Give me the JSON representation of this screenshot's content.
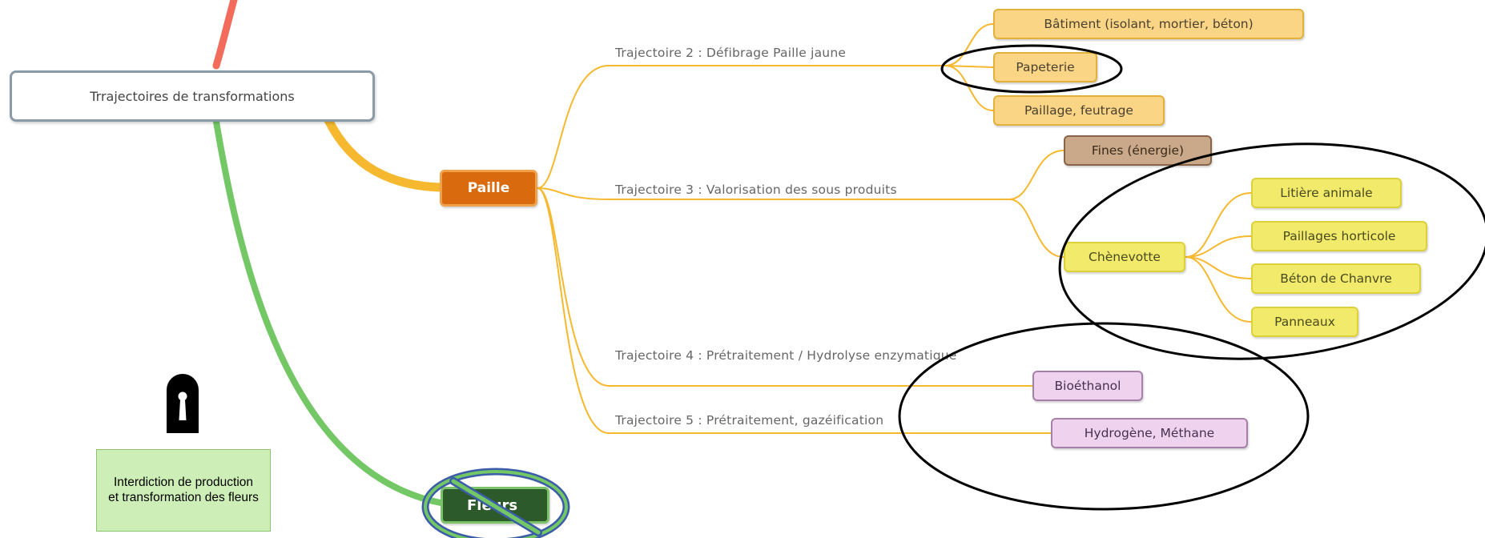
{
  "root": {
    "label": "Trrajectoires de transformations"
  },
  "main_nodes": {
    "paille": "Paille",
    "fleurs": "Fleurs"
  },
  "trajectories": [
    {
      "label": "Trajectoire 2 : Défibrage Paille jaune",
      "outputs": [
        "Bâtiment (isolant, mortier, béton)",
        "Papeterie",
        "Paillage, feutrage"
      ]
    },
    {
      "label": "Trajectoire 3 : Valorisation des sous produits",
      "outputs": [
        "Fines (énergie)",
        "Chènevotte"
      ],
      "chenevotte_outputs": [
        "Litière animale",
        "Paillages horticole",
        "Béton de Chanvre",
        "Panneaux"
      ]
    },
    {
      "label": "Trajectoire 4 : Prétraitement / Hydrolyse enzymatique",
      "outputs": [
        "Bioéthanol"
      ]
    },
    {
      "label": "Trajectoire 5 :  Prétraitement, gazéification",
      "outputs": [
        "Hydrogène, Méthane"
      ]
    }
  ],
  "notice": {
    "text": "Interdiction de production et transformation des fleurs"
  },
  "icons": {
    "lock": "keyhole-lock-icon",
    "prohibited": "no-entry-icon"
  },
  "colors": {
    "paille": "#d96a0e",
    "fleurs": "#2c5a2a",
    "branch_orange": "#f5b82e",
    "branch_green": "#73c765",
    "branch_red": "#f26b5b",
    "output_orange": "#fbd586",
    "output_yellow": "#f1ea6a",
    "output_brown": "#c9a98a",
    "output_pink": "#efd3ee",
    "highlight_ellipse": "#000000",
    "prohibit_ellipse": "#3b5ca8"
  }
}
